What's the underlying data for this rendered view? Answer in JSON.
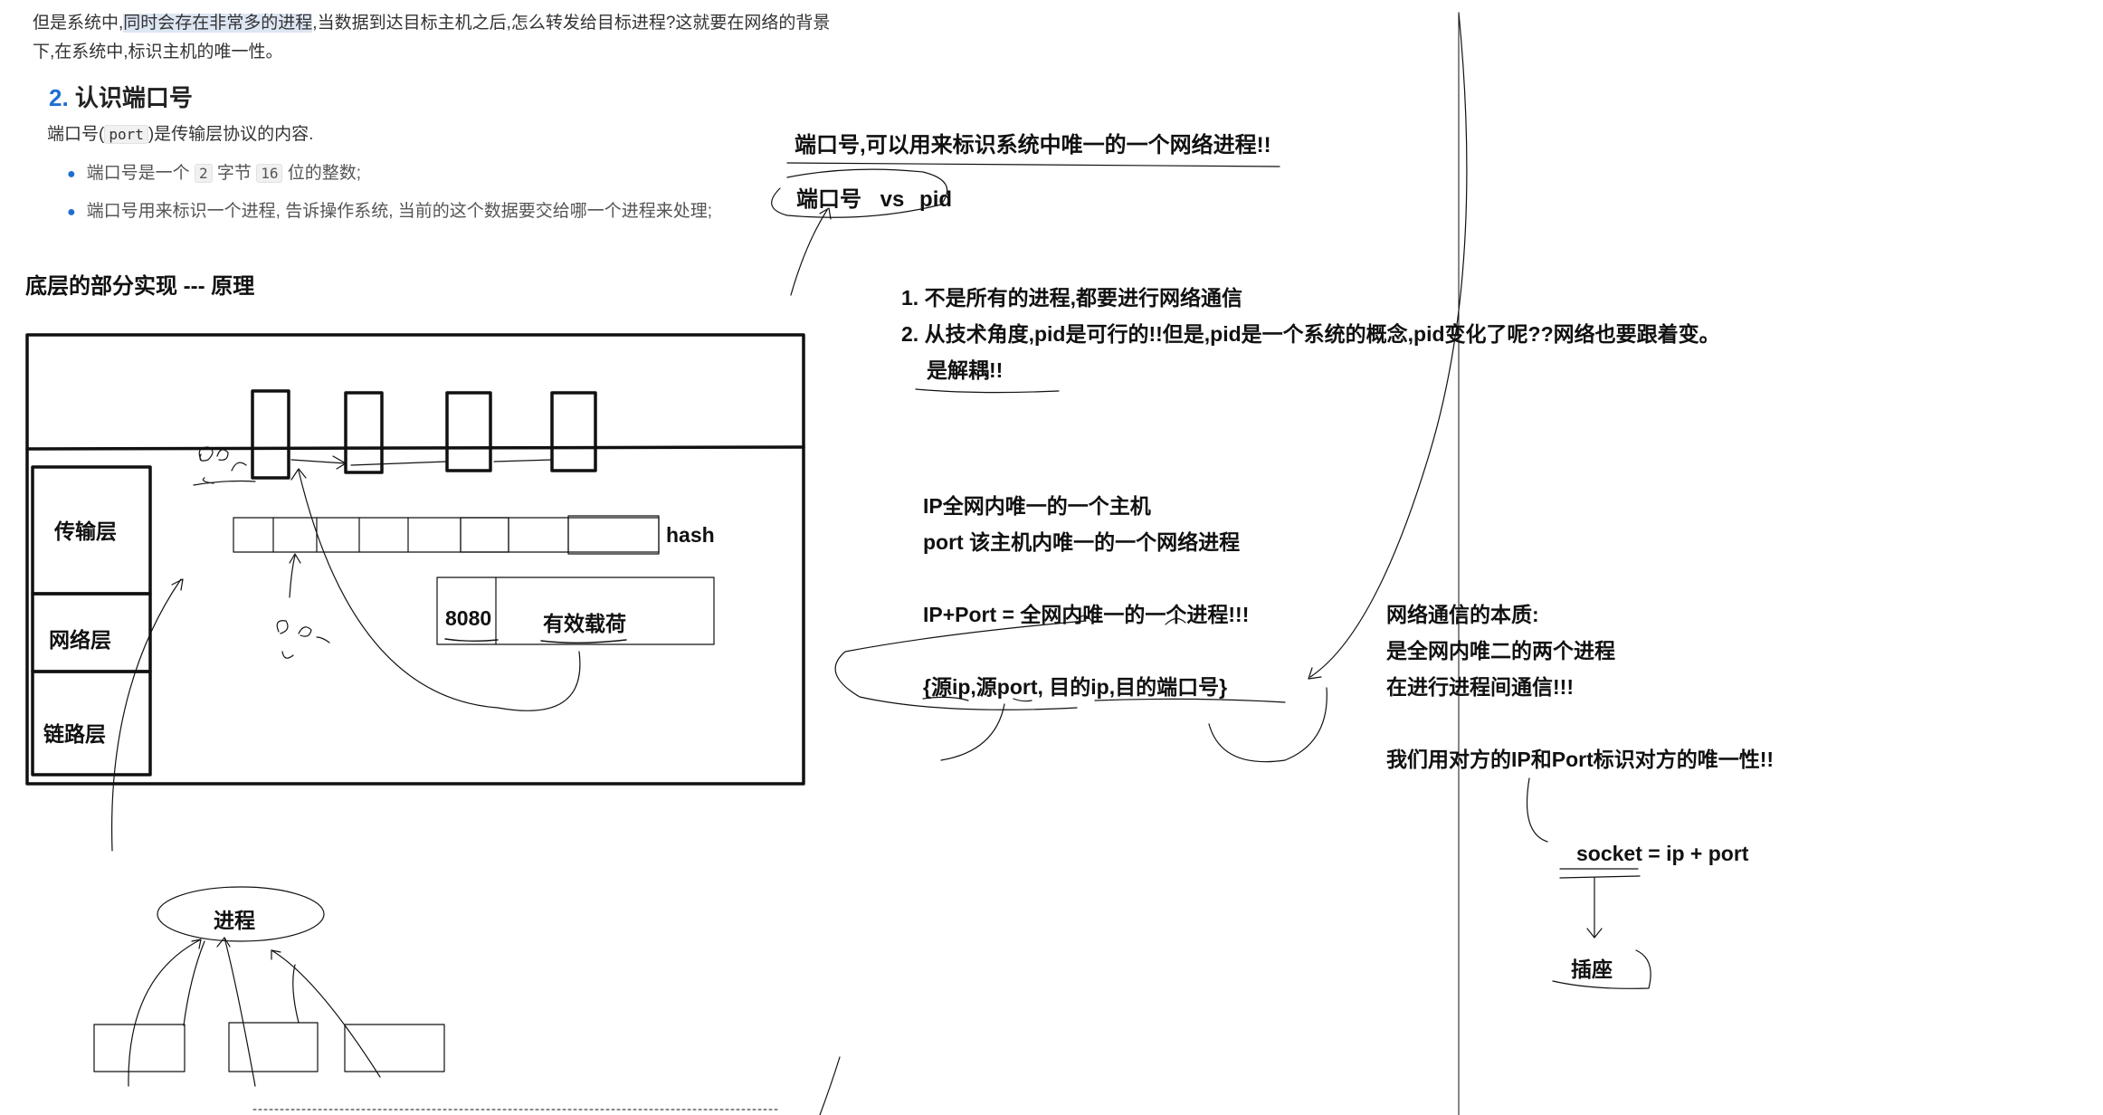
{
  "doc": {
    "para_line1_pre": "但是系统中,",
    "para_line1_highlight": "同时会存在非常多的进程",
    "para_line1_post": ",当数据到达目标主机之后,怎么转发给目标进程?这就要在网络的背景",
    "para_line2": "下,在系统中,标识主机的唯一性。",
    "heading_num": "2.",
    "heading_text": "认识端口号",
    "intro_pre": "端口号(",
    "intro_code": "port",
    "intro_post": ")是传输层协议的内容.",
    "bullet1_pre": "端口号是一个",
    "bullet1_code1": "2",
    "bullet1_mid": "字节",
    "bullet1_code2": "16",
    "bullet1_post": "位的整数;",
    "bullet2": "端口号用来标识一个进程, 告诉操作系统, 当前的这个数据要交给哪一个进程来处理;"
  },
  "notes": {
    "bottom_impl": "底层的部分实现 --- 原理",
    "transport": "传输层",
    "network": "网络层",
    "link": "链路层",
    "hash": "hash",
    "port_8080": "8080",
    "payload": "有效载荷",
    "process": "进程",
    "port_unique": "端口号,可以用来标识系统中唯一的一个网络进程!!",
    "port_vs": "端口号",
    "vs": "vs",
    "pid": "pid",
    "reason1": "1. 不是所有的进程,都要进行网络通信",
    "reason2": "2. 从技术角度,pid是可行的!!但是,pid是一个系统的概念,pid变化了呢??网络也要跟着变。",
    "decouple": "是解耦!!",
    "ip_line": "IP全网内唯一的一个主机",
    "port_line": "port 该主机内唯一的一个网络进程",
    "ip_port": "IP+Port = 全网内唯一的一个进程!!!",
    "quad": "{源ip,源port, 目的ip,目的端口号}",
    "essence1": "网络通信的本质:",
    "essence2": "是全网内唯二的两个进程",
    "essence3": "在进行进程间通信!!!",
    "essence4": "我们用对方的IP和Port标识对方的唯一性!!",
    "socket": "socket = ip + port",
    "socket_cn": "插座"
  },
  "colors": {
    "ink": "#111111",
    "highlight": "#dde6f3",
    "heading_number": "#1f6fd1"
  }
}
